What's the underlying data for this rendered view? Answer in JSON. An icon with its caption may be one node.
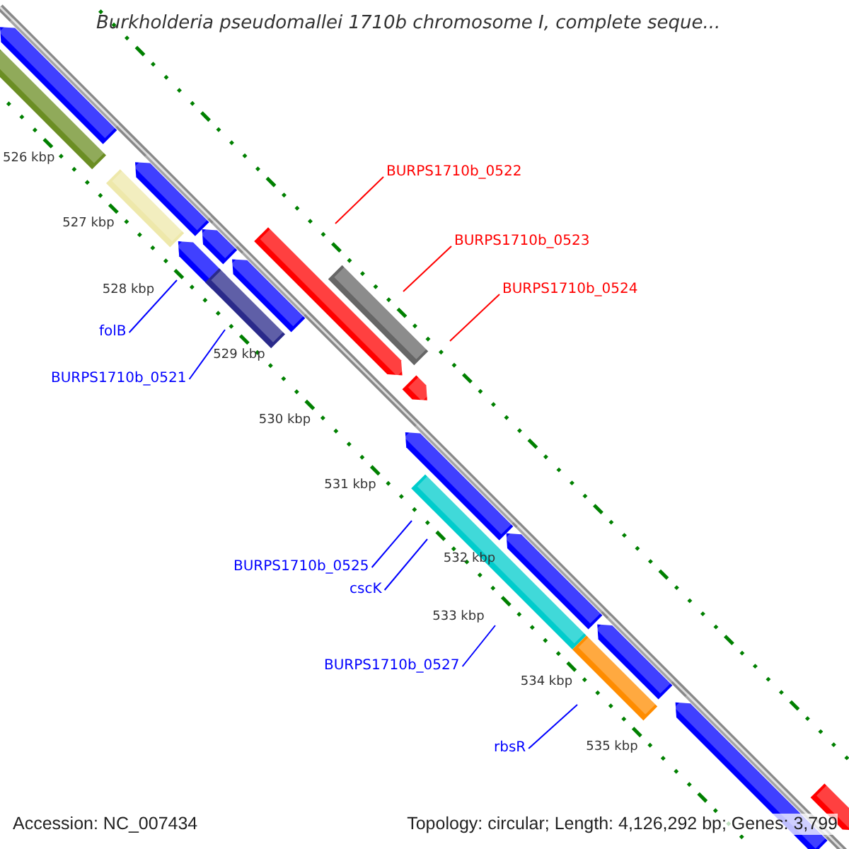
{
  "diagram": {
    "title": "Burkholderia pseudomallei 1710b chromosome I, complete seque...",
    "nodes": [
      {
        "text": [
          "BURPS1710b_0522"
        ]
      },
      {
        "text": [
          "BURPS1710b_0523"
        ]
      },
      {
        "text": [
          "BURPS1710b_0524"
        ]
      },
      {
        "text": [
          "folB"
        ]
      },
      {
        "text": [
          "BURPS1710b_0521"
        ]
      },
      {
        "text": [
          "BURPS1710b_0525"
        ]
      },
      {
        "text": [
          "cscK"
        ]
      },
      {
        "text": [
          "BURPS1710b_0527"
        ]
      },
      {
        "text": [
          "rbsR"
        ]
      }
    ],
    "edges": [
      {
        "from": 0,
        "to": null,
        "arrow": "none",
        "color": "#ff0000"
      },
      {
        "from": 1,
        "to": null,
        "arrow": "none",
        "color": "#ff0000"
      },
      {
        "from": 2,
        "to": null,
        "arrow": "none",
        "color": "#ff0000"
      },
      {
        "from": 3,
        "to": null,
        "arrow": "none"
      },
      {
        "from": 4,
        "to": null,
        "arrow": "none"
      },
      {
        "from": 5,
        "to": null,
        "arrow": "none"
      },
      {
        "from": 6,
        "to": null,
        "arrow": "none"
      },
      {
        "from": 7,
        "to": null,
        "arrow": "none"
      },
      {
        "from": 8,
        "to": null,
        "arrow": "none"
      }
    ],
    "labels": [
      "526 kbp",
      "527 kbp",
      "528 kbp",
      "529 kbp",
      "530 kbp",
      "531 kbp",
      "532 kbp",
      "533 kbp",
      "534 kbp",
      "535 kbp",
      "Accession: NC_007434",
      "Topology: circular; Length: 4,126,292 bp; Genes: 3,799"
    ]
  }
}
